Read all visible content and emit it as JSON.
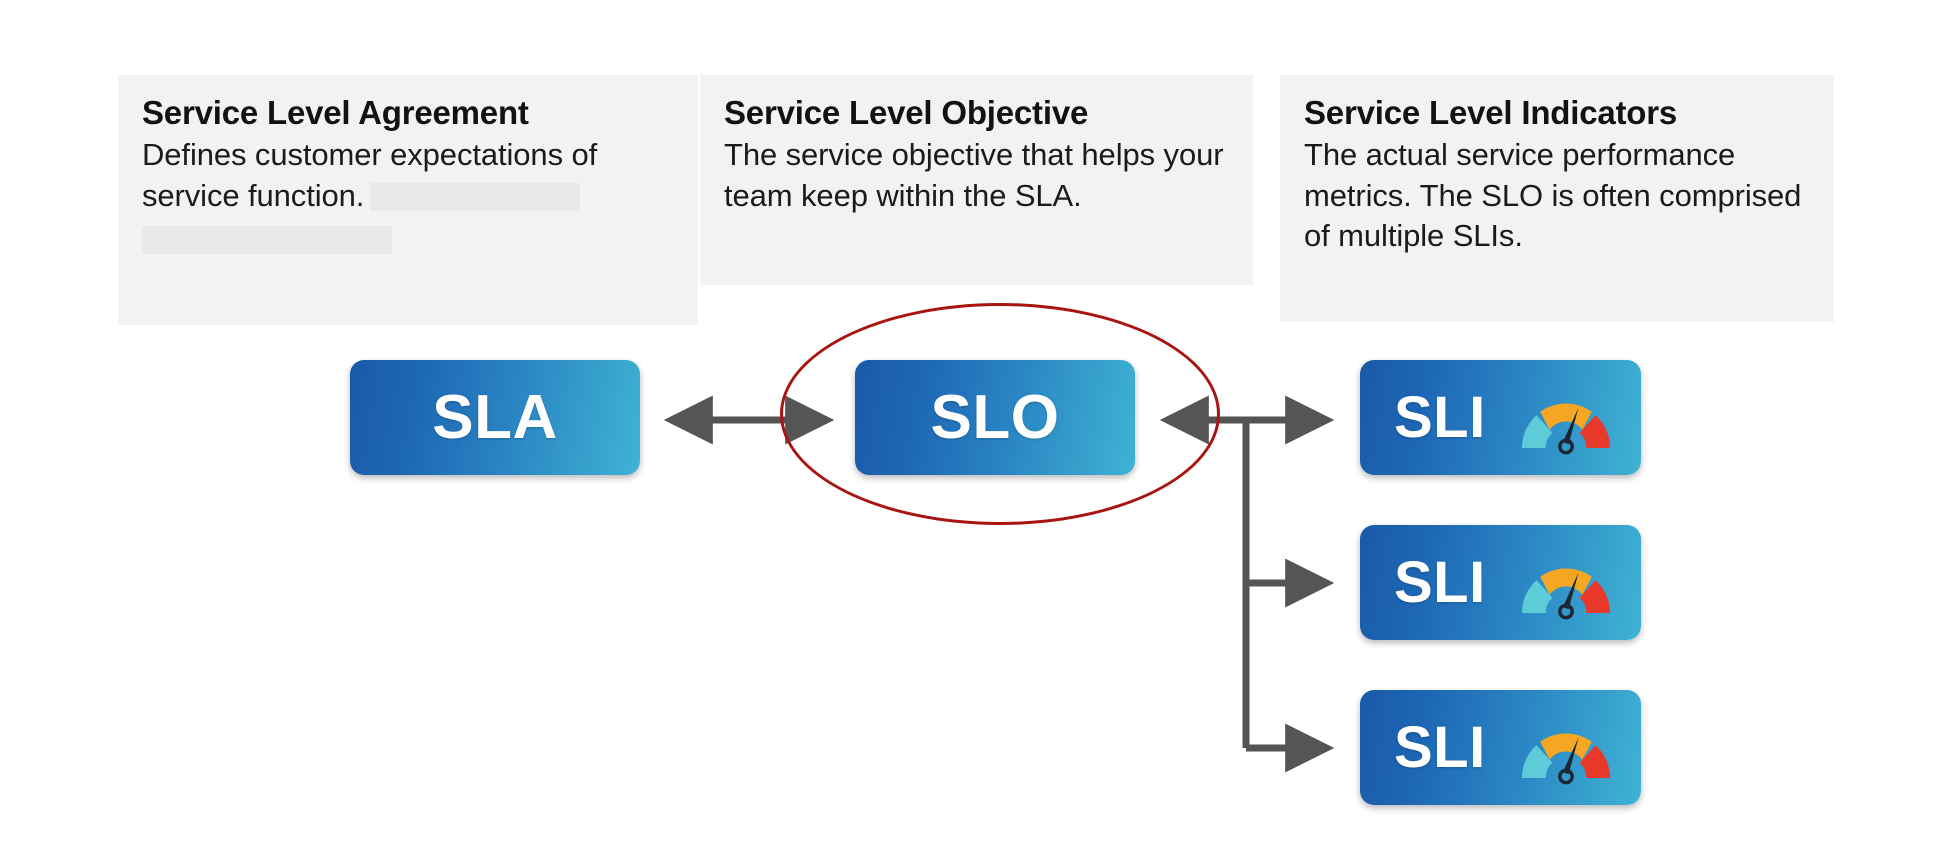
{
  "diagram": {
    "title": "Service Level Agreement / Objective / Indicators relationship",
    "background_color": "#ffffff",
    "card_background_color": "#f2f2f2",
    "badge_gradient_from": "#1a5aa8",
    "badge_gradient_to": "#3fb3d4",
    "connector_color": "#555555",
    "highlight_color": "#a81410"
  },
  "cards": [
    {
      "id": "sla",
      "title": "Service Level Agreement",
      "body": "Defines customer expectations of service function.",
      "redacted_blocks": 2
    },
    {
      "id": "slo",
      "title": "Service Level Objective",
      "body": "The service objective that helps your team keep within the SLA.",
      "redacted_blocks": 0
    },
    {
      "id": "sli",
      "title": "Service Level Indicators",
      "body": "The actual service performance metrics. The SLO is often comprised of multiple SLIs.",
      "redacted_blocks": 0
    }
  ],
  "badges": {
    "sla": {
      "label": "SLA",
      "has_gauge": false
    },
    "slo": {
      "label": "SLO",
      "has_gauge": false,
      "highlighted": true
    },
    "sli": [
      {
        "label": "SLI",
        "has_gauge": true
      },
      {
        "label": "SLI",
        "has_gauge": true
      },
      {
        "label": "SLI",
        "has_gauge": true
      }
    ]
  },
  "gauge": {
    "segment_low_color": "#5ecbd8",
    "segment_mid_color": "#f5a623",
    "segment_high_color": "#e8382a",
    "needle_color": "#1c2733"
  },
  "connectors": [
    {
      "from": "SLA",
      "to": "SLO",
      "style": "double-headed-arrow"
    },
    {
      "from": "SLI branch",
      "to": "SLO",
      "style": "arrow"
    },
    {
      "from": "branch",
      "to": "SLI 1",
      "style": "arrow"
    },
    {
      "from": "branch",
      "to": "SLI 2",
      "style": "arrow"
    },
    {
      "from": "branch",
      "to": "SLI 3",
      "style": "arrow"
    }
  ]
}
